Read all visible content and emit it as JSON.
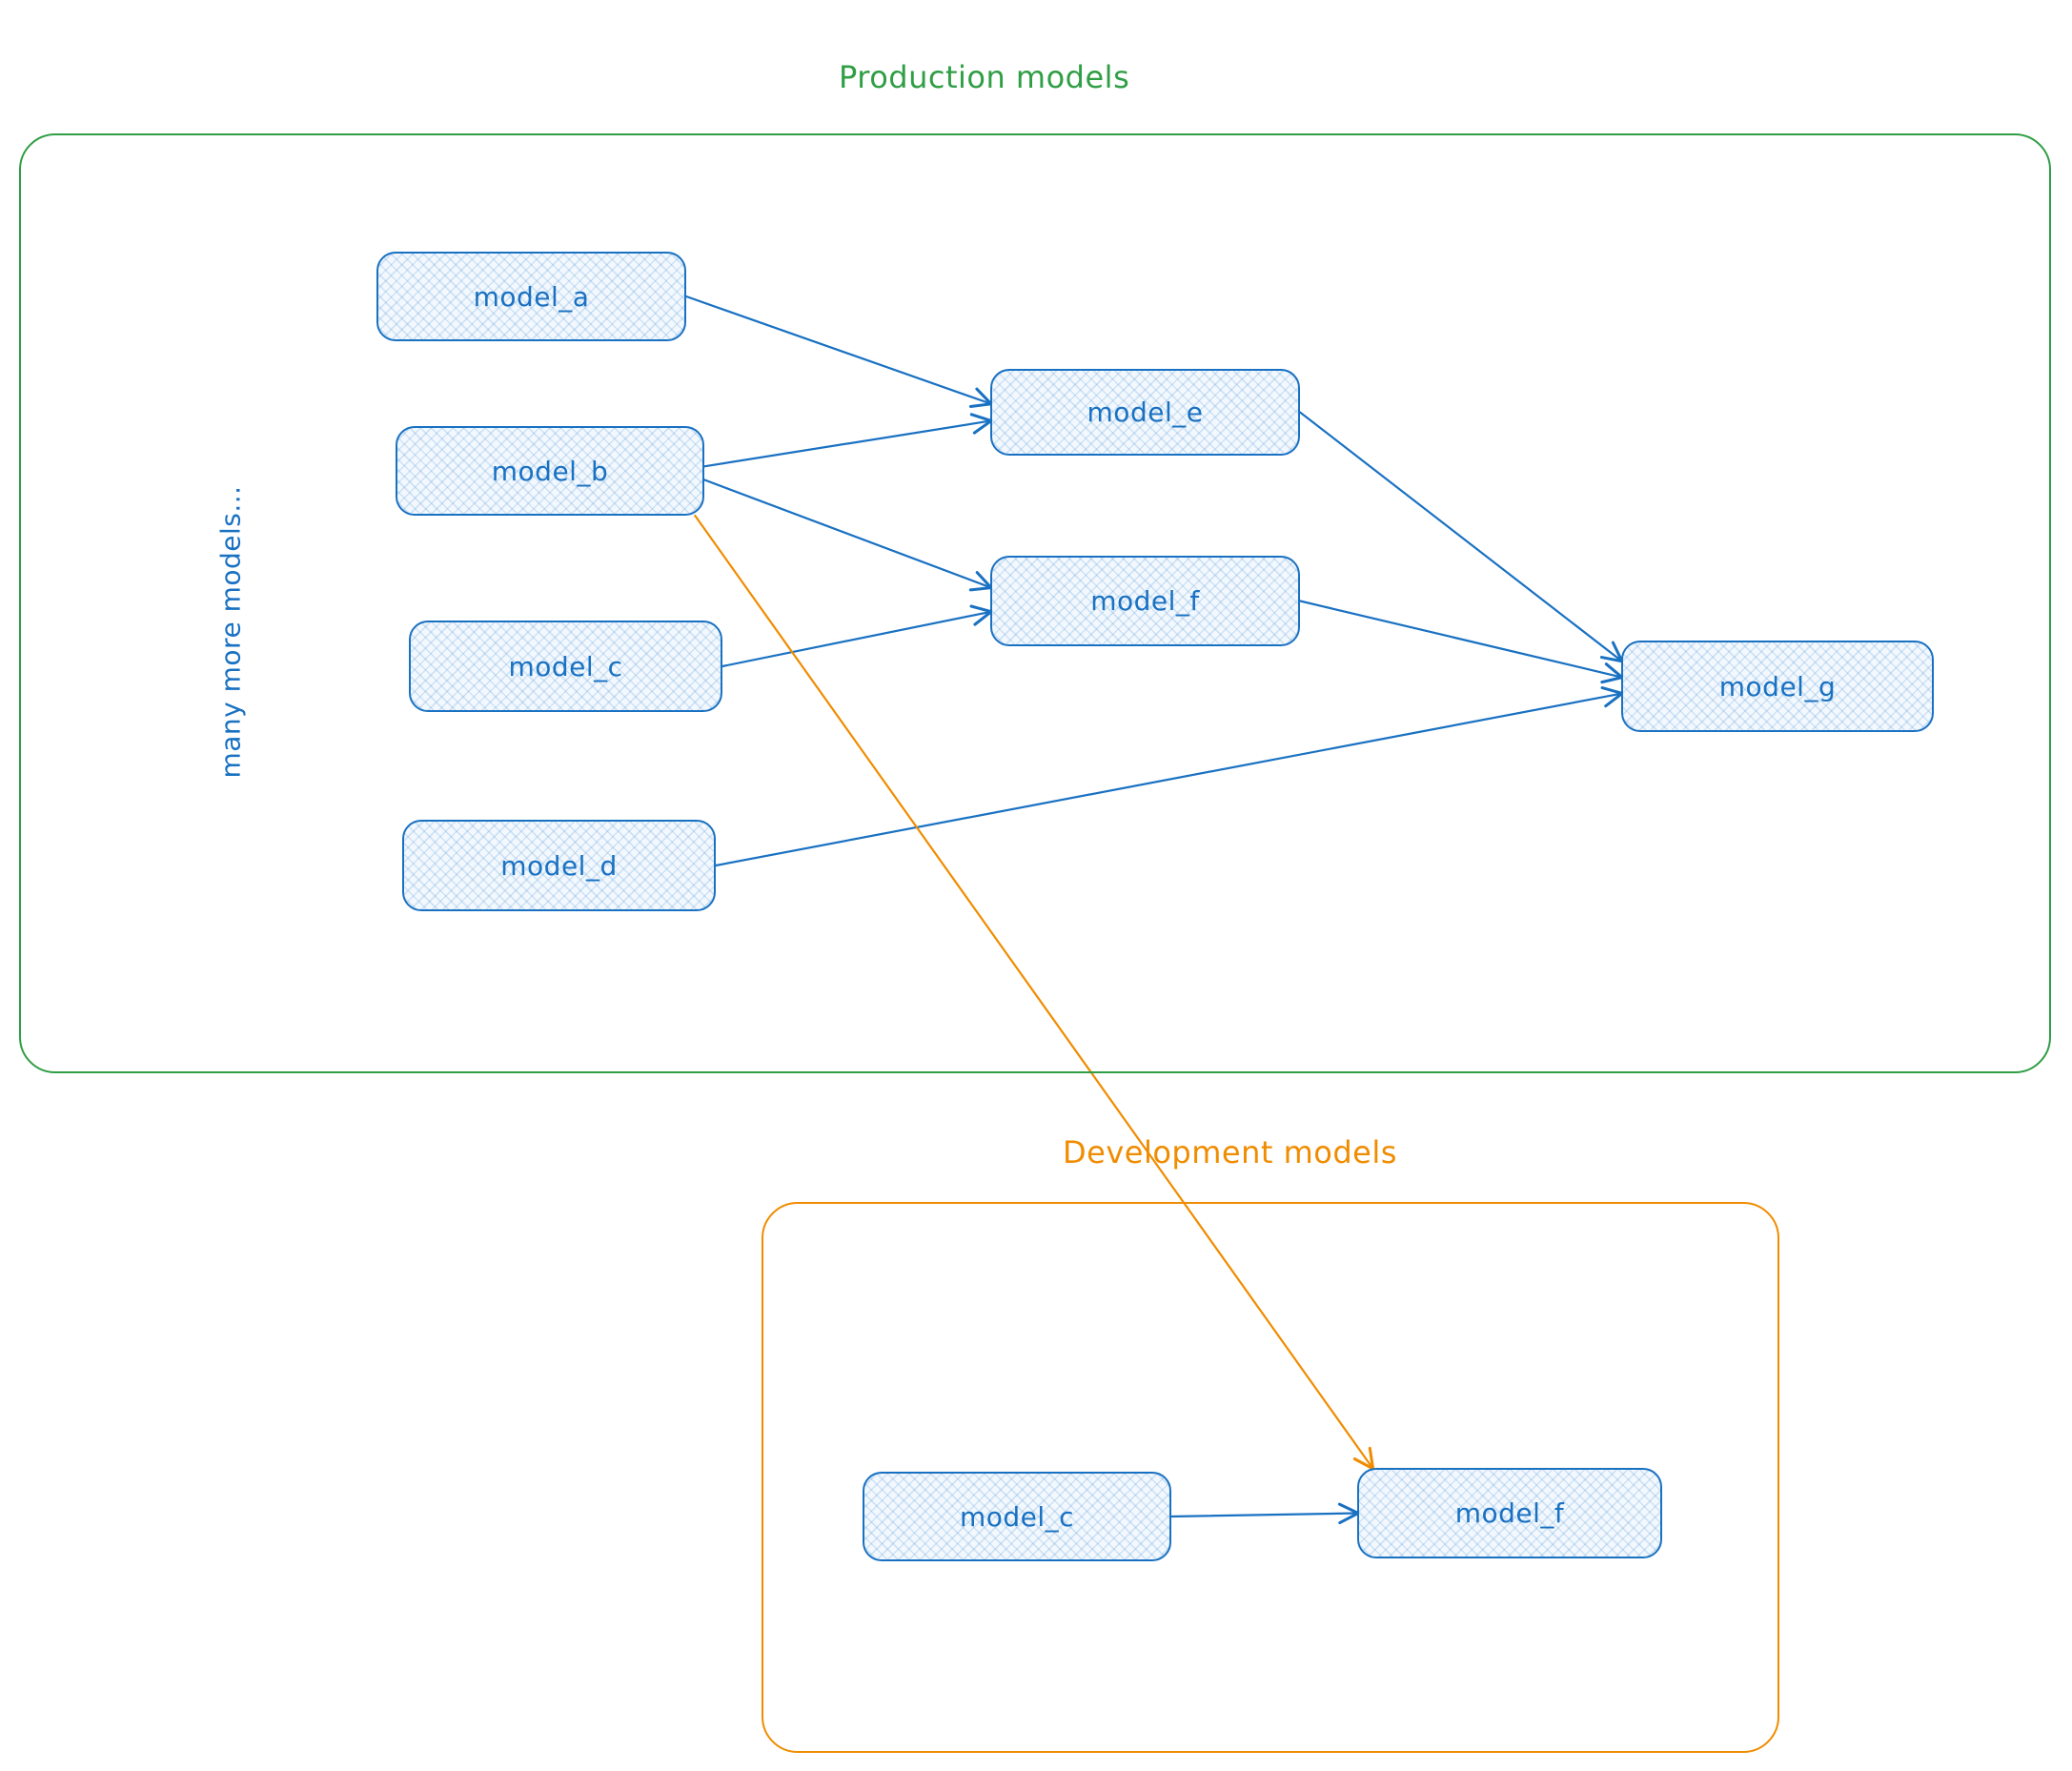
{
  "colors": {
    "green": "#2f9e44",
    "blue": "#1971c2",
    "orange": "#f08c00",
    "node_fill": "#f2f8fe"
  },
  "production": {
    "title": "Production models",
    "side_label": "many more models..."
  },
  "development": {
    "title": "Development models"
  },
  "nodes": {
    "model_a": {
      "label": "model_a"
    },
    "model_b": {
      "label": "model_b"
    },
    "model_c": {
      "label": "model_c"
    },
    "model_d": {
      "label": "model_d"
    },
    "model_e": {
      "label": "model_e"
    },
    "model_f": {
      "label": "model_f"
    },
    "model_g": {
      "label": "model_g"
    },
    "dev_model_c": {
      "label": "model_c"
    },
    "dev_model_f": {
      "label": "model_f"
    }
  },
  "edges": [
    {
      "from": "model_a",
      "fromAnchor": "right",
      "fromOffset": 0.5,
      "to": "model_e",
      "toAnchor": "left",
      "toOffset": 0.4,
      "color": "blue"
    },
    {
      "from": "model_b",
      "fromAnchor": "right",
      "fromOffset": 0.45,
      "to": "model_e",
      "toAnchor": "left",
      "toOffset": 0.6,
      "color": "blue"
    },
    {
      "from": "model_b",
      "fromAnchor": "right",
      "fromOffset": 0.6,
      "to": "model_f",
      "toAnchor": "left",
      "toOffset": 0.35,
      "color": "blue"
    },
    {
      "from": "model_c",
      "fromAnchor": "right",
      "fromOffset": 0.5,
      "to": "model_f",
      "toAnchor": "left",
      "toOffset": 0.62,
      "color": "blue"
    },
    {
      "from": "model_e",
      "fromAnchor": "right",
      "fromOffset": 0.5,
      "to": "model_g",
      "toAnchor": "left",
      "toOffset": 0.22,
      "color": "blue"
    },
    {
      "from": "model_f",
      "fromAnchor": "right",
      "fromOffset": 0.5,
      "to": "model_g",
      "toAnchor": "left",
      "toOffset": 0.4,
      "color": "blue"
    },
    {
      "from": "model_d",
      "fromAnchor": "right",
      "fromOffset": 0.5,
      "to": "model_g",
      "toAnchor": "left",
      "toOffset": 0.58,
      "color": "blue"
    },
    {
      "from": "model_b",
      "fromAnchor": "bottom",
      "fromOffset": 0.97,
      "to": "dev_model_f",
      "toAnchor": "top",
      "toOffset": 0.05,
      "color": "orange"
    },
    {
      "from": "dev_model_c",
      "fromAnchor": "right",
      "fromOffset": 0.5,
      "to": "dev_model_f",
      "toAnchor": "left",
      "toOffset": 0.5,
      "color": "blue"
    }
  ]
}
